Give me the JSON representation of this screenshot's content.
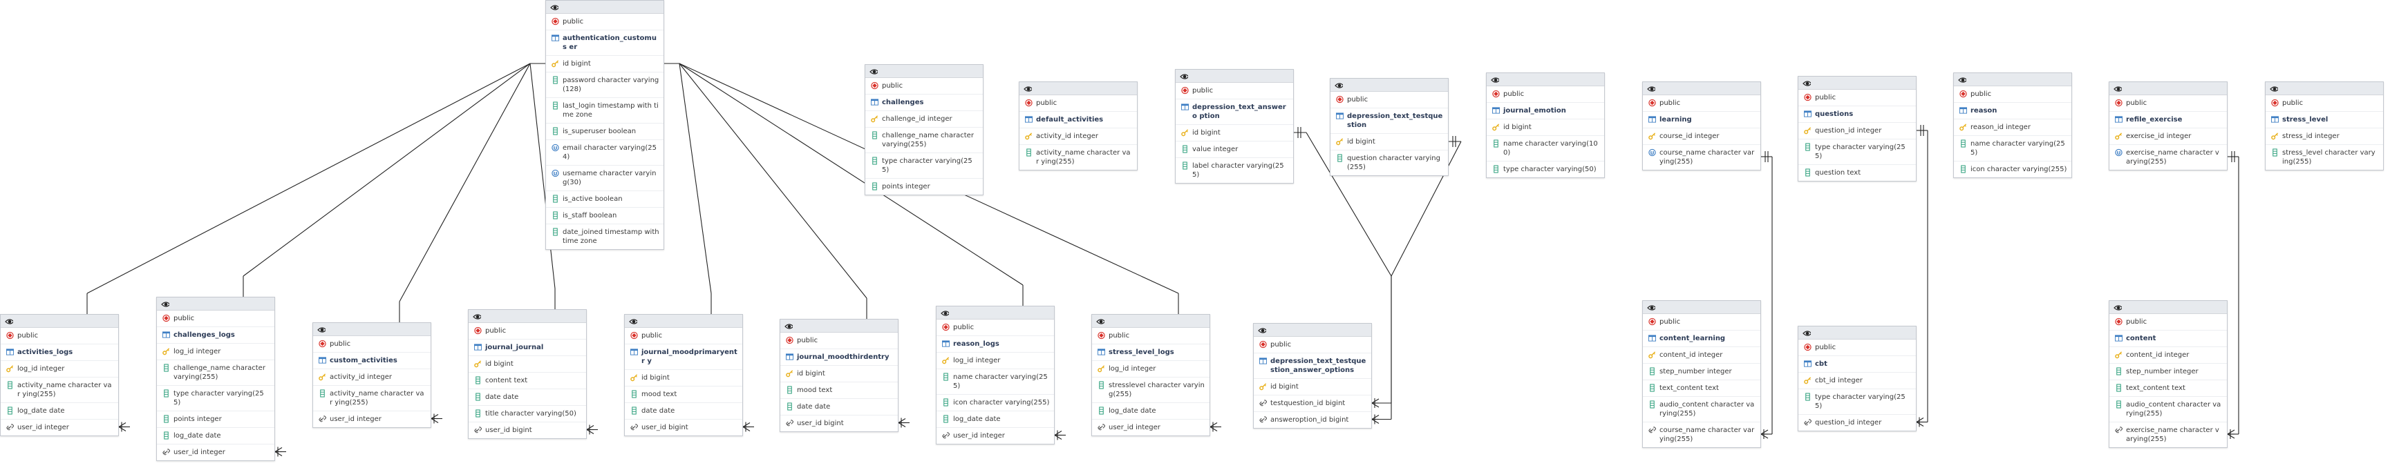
{
  "colors": {
    "accent_pk": "#e9b21f",
    "schema_red": "#d9322b",
    "column_teal": "#2a9e7a",
    "table_blue": "#3f7fc4",
    "line": "#222222"
  },
  "icons": {
    "header": "eye-icon",
    "schema": "schema-icon",
    "table": "table-icon",
    "primary_key": "key-icon",
    "column": "column-icon",
    "foreign_key": "link-icon",
    "unique": "unique-icon"
  },
  "tables": [
    {
      "id": "authentication_customuser",
      "schema": "public",
      "name": "authentication_customus er",
      "columns": [
        {
          "text": "id bigint",
          "icon": "key-icon"
        },
        {
          "text": "password character varying (128)",
          "icon": "column-icon"
        },
        {
          "text": "last_login timestamp with ti me zone",
          "icon": "column-icon"
        },
        {
          "text": "is_superuser boolean",
          "icon": "column-icon"
        },
        {
          "text": "email character varying(25 4)",
          "icon": "unique-icon"
        },
        {
          "text": "username character varyin g(30)",
          "icon": "unique-icon"
        },
        {
          "text": "is_active boolean",
          "icon": "column-icon"
        },
        {
          "text": "is_staff boolean",
          "icon": "column-icon"
        },
        {
          "text": "date_joined timestamp with time zone",
          "icon": "column-icon"
        }
      ]
    },
    {
      "id": "challenges",
      "schema": "public",
      "name": "challenges",
      "columns": [
        {
          "text": "challenge_id integer",
          "icon": "key-icon"
        },
        {
          "text": "challenge_name character varying(255)",
          "icon": "column-icon"
        },
        {
          "text": "type character varying(255)",
          "icon": "column-icon"
        },
        {
          "text": "points integer",
          "icon": "column-icon"
        }
      ]
    },
    {
      "id": "default_activities",
      "schema": "public",
      "name": "default_activities",
      "columns": [
        {
          "text": "activity_id integer",
          "icon": "key-icon"
        },
        {
          "text": "activity_name character var ying(255)",
          "icon": "column-icon"
        }
      ]
    },
    {
      "id": "depression_text_answeroption",
      "schema": "public",
      "name": "depression_text_answero ption",
      "columns": [
        {
          "text": "id bigint",
          "icon": "key-icon"
        },
        {
          "text": "value integer",
          "icon": "column-icon"
        },
        {
          "text": "label character varying(25 5)",
          "icon": "column-icon"
        }
      ]
    },
    {
      "id": "depression_text_testquestion",
      "schema": "public",
      "name": "depression_text_testque stion",
      "columns": [
        {
          "text": "id bigint",
          "icon": "key-icon"
        },
        {
          "text": "question character varying (255)",
          "icon": "column-icon"
        }
      ]
    },
    {
      "id": "journal_emotion",
      "schema": "public",
      "name": "journal_emotion",
      "columns": [
        {
          "text": "id bigint",
          "icon": "key-icon"
        },
        {
          "text": "name character varying(10 0)",
          "icon": "column-icon"
        },
        {
          "text": "type character varying(50)",
          "icon": "column-icon"
        }
      ]
    },
    {
      "id": "learning",
      "schema": "public",
      "name": "learning",
      "columns": [
        {
          "text": "course_id integer",
          "icon": "key-icon"
        },
        {
          "text": "course_name character var ying(255)",
          "icon": "unique-icon"
        }
      ]
    },
    {
      "id": "questions",
      "schema": "public",
      "name": "questions",
      "columns": [
        {
          "text": "question_id integer",
          "icon": "key-icon"
        },
        {
          "text": "type character varying(255)",
          "icon": "column-icon"
        },
        {
          "text": "question text",
          "icon": "column-icon"
        }
      ]
    },
    {
      "id": "reason",
      "schema": "public",
      "name": "reason",
      "columns": [
        {
          "text": "reason_id integer",
          "icon": "key-icon"
        },
        {
          "text": "name character varying(25 5)",
          "icon": "column-icon"
        },
        {
          "text": "icon character varying(255)",
          "icon": "column-icon"
        }
      ]
    },
    {
      "id": "refile_exercise",
      "schema": "public",
      "name": "refile_exercise",
      "columns": [
        {
          "text": "exercise_id integer",
          "icon": "key-icon"
        },
        {
          "text": "exercise_name character v arying(255)",
          "icon": "unique-icon"
        }
      ]
    },
    {
      "id": "stress_level",
      "schema": "public",
      "name": "stress_level",
      "columns": [
        {
          "text": "stress_id integer",
          "icon": "key-icon"
        },
        {
          "text": "stress_level character vary ing(255)",
          "icon": "column-icon"
        }
      ]
    },
    {
      "id": "activities_logs",
      "schema": "public",
      "name": "activities_logs",
      "columns": [
        {
          "text": "log_id integer",
          "icon": "key-icon"
        },
        {
          "text": "activity_name character var ying(255)",
          "icon": "column-icon"
        },
        {
          "text": "log_date date",
          "icon": "column-icon"
        },
        {
          "text": "user_id integer",
          "icon": "link-icon"
        }
      ]
    },
    {
      "id": "challenges_logs",
      "schema": "public",
      "name": "challenges_logs",
      "columns": [
        {
          "text": "log_id integer",
          "icon": "key-icon"
        },
        {
          "text": "challenge_name character varying(255)",
          "icon": "column-icon"
        },
        {
          "text": "type character varying(255)",
          "icon": "column-icon"
        },
        {
          "text": "points integer",
          "icon": "column-icon"
        },
        {
          "text": "log_date date",
          "icon": "column-icon"
        },
        {
          "text": "user_id integer",
          "icon": "link-icon"
        }
      ]
    },
    {
      "id": "custom_activities",
      "schema": "public",
      "name": "custom_activities",
      "columns": [
        {
          "text": "activity_id integer",
          "icon": "key-icon"
        },
        {
          "text": "activity_name character var ying(255)",
          "icon": "column-icon"
        },
        {
          "text": "user_id integer",
          "icon": "link-icon"
        }
      ]
    },
    {
      "id": "journal_journal",
      "schema": "public",
      "name": "journal_journal",
      "columns": [
        {
          "text": "id bigint",
          "icon": "key-icon"
        },
        {
          "text": "content text",
          "icon": "column-icon"
        },
        {
          "text": "date date",
          "icon": "column-icon"
        },
        {
          "text": "title character varying(50)",
          "icon": "column-icon"
        },
        {
          "text": "user_id bigint",
          "icon": "link-icon"
        }
      ]
    },
    {
      "id": "journal_moodprimaryentry",
      "schema": "public",
      "name": "journal_moodprimaryentr y",
      "columns": [
        {
          "text": "id bigint",
          "icon": "key-icon"
        },
        {
          "text": "mood text",
          "icon": "column-icon"
        },
        {
          "text": "date date",
          "icon": "column-icon"
        },
        {
          "text": "user_id bigint",
          "icon": "link-icon"
        }
      ]
    },
    {
      "id": "journal_moodthirdentry",
      "schema": "public",
      "name": "journal_moodthirdentry",
      "columns": [
        {
          "text": "id bigint",
          "icon": "key-icon"
        },
        {
          "text": "mood text",
          "icon": "column-icon"
        },
        {
          "text": "date date",
          "icon": "column-icon"
        },
        {
          "text": "user_id bigint",
          "icon": "link-icon"
        }
      ]
    },
    {
      "id": "reason_logs",
      "schema": "public",
      "name": "reason_logs",
      "columns": [
        {
          "text": "log_id integer",
          "icon": "key-icon"
        },
        {
          "text": "name character varying(25 5)",
          "icon": "column-icon"
        },
        {
          "text": "icon character varying(255)",
          "icon": "column-icon"
        },
        {
          "text": "log_date date",
          "icon": "column-icon"
        },
        {
          "text": "user_id integer",
          "icon": "link-icon"
        }
      ]
    },
    {
      "id": "stress_level_logs",
      "schema": "public",
      "name": "stress_level_logs",
      "columns": [
        {
          "text": "log_id integer",
          "icon": "key-icon"
        },
        {
          "text": "stresslevel character varyin g(255)",
          "icon": "column-icon"
        },
        {
          "text": "log_date date",
          "icon": "column-icon"
        },
        {
          "text": "user_id integer",
          "icon": "link-icon"
        }
      ]
    },
    {
      "id": "depression_text_testquestion_answer_options",
      "schema": "public",
      "name": "depression_text_testque stion_answer_options",
      "columns": [
        {
          "text": "id bigint",
          "icon": "key-icon"
        },
        {
          "text": "testquestion_id bigint",
          "icon": "link-icon"
        },
        {
          "text": "answeroption_id bigint",
          "icon": "link-icon"
        }
      ]
    },
    {
      "id": "content_learning",
      "schema": "public",
      "name": "content_learning",
      "columns": [
        {
          "text": "content_id integer",
          "icon": "key-icon"
        },
        {
          "text": "step_number integer",
          "icon": "column-icon"
        },
        {
          "text": "text_content text",
          "icon": "column-icon"
        },
        {
          "text": "audio_content character va rying(255)",
          "icon": "column-icon"
        },
        {
          "text": "course_name character var ying(255)",
          "icon": "link-icon"
        }
      ]
    },
    {
      "id": "cbt",
      "schema": "public",
      "name": "cbt",
      "columns": [
        {
          "text": "cbt_id integer",
          "icon": "key-icon"
        },
        {
          "text": "type character varying(255)",
          "icon": "column-icon"
        },
        {
          "text": "question_id integer",
          "icon": "link-icon"
        }
      ]
    },
    {
      "id": "content",
      "schema": "public",
      "name": "content",
      "columns": [
        {
          "text": "content_id integer",
          "icon": "key-icon"
        },
        {
          "text": "step_number integer",
          "icon": "column-icon"
        },
        {
          "text": "text_content text",
          "icon": "column-icon"
        },
        {
          "text": "audio_content character va rying(255)",
          "icon": "column-icon"
        },
        {
          "text": "exercise_name character v arying(255)",
          "icon": "link-icon"
        }
      ]
    }
  ],
  "relationships": [
    {
      "from": "activities_logs",
      "from_column": "user_id integer",
      "to": "authentication_customuser",
      "to_column": "id bigint"
    },
    {
      "from": "challenges_logs",
      "from_column": "user_id integer",
      "to": "authentication_customuser",
      "to_column": "id bigint"
    },
    {
      "from": "custom_activities",
      "from_column": "user_id integer",
      "to": "authentication_customuser",
      "to_column": "id bigint"
    },
    {
      "from": "journal_journal",
      "from_column": "user_id bigint",
      "to": "authentication_customuser",
      "to_column": "id bigint"
    },
    {
      "from": "journal_moodprimaryentry",
      "from_column": "user_id bigint",
      "to": "authentication_customuser",
      "to_column": "id bigint"
    },
    {
      "from": "journal_moodthirdentry",
      "from_column": "user_id bigint",
      "to": "authentication_customuser",
      "to_column": "id bigint"
    },
    {
      "from": "reason_logs",
      "from_column": "user_id integer",
      "to": "authentication_customuser",
      "to_column": "id bigint"
    },
    {
      "from": "stress_level_logs",
      "from_column": "user_id integer",
      "to": "authentication_customuser",
      "to_column": "id bigint"
    },
    {
      "from": "depression_text_testquestion_answer_options",
      "from_column": "testquestion_id bigint",
      "to": "depression_text_testquestion",
      "to_column": "id bigint"
    },
    {
      "from": "depression_text_testquestion_answer_options",
      "from_column": "answeroption_id bigint",
      "to": "depression_text_answeroption",
      "to_column": "id bigint"
    },
    {
      "from": "content_learning",
      "from_column": "course_name character var ying(255)",
      "to": "learning",
      "to_column": "course_name character var ying(255)"
    },
    {
      "from": "cbt",
      "from_column": "question_id integer",
      "to": "questions",
      "to_column": "question_id integer"
    },
    {
      "from": "content",
      "from_column": "exercise_name character v arying(255)",
      "to": "refile_exercise",
      "to_column": "exercise_name character v arying(255)"
    }
  ]
}
